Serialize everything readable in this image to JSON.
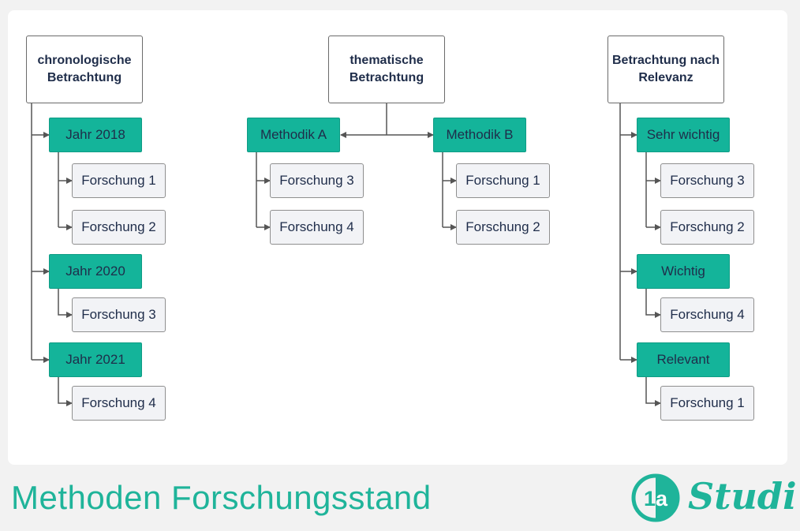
{
  "colors": {
    "accent": "#14b49a",
    "title": "#1fb49a",
    "text": "#1f2d4a"
  },
  "trees": {
    "chronological": {
      "root": "chronologische Betrachtung",
      "groups": [
        {
          "label": "Jahr 2018",
          "items": [
            "Forschung 1",
            "Forschung 2"
          ]
        },
        {
          "label": "Jahr 2020",
          "items": [
            "Forschung 3"
          ]
        },
        {
          "label": "Jahr 2021",
          "items": [
            "Forschung 4"
          ]
        }
      ]
    },
    "thematic": {
      "root": "thematische Betrachtung",
      "groups": [
        {
          "label": "Methodik A",
          "items": [
            "Forschung 3",
            "Forschung 4"
          ]
        },
        {
          "label": "Methodik B",
          "items": [
            "Forschung 1",
            "Forschung 2"
          ]
        }
      ]
    },
    "relevance": {
      "root": "Betrachtung nach Relevanz",
      "groups": [
        {
          "label": "Sehr wichtig",
          "items": [
            "Forschung 3",
            "Forschung 2"
          ]
        },
        {
          "label": "Wichtig",
          "items": [
            "Forschung 4"
          ]
        },
        {
          "label": "Relevant",
          "items": [
            "Forschung 1"
          ]
        }
      ]
    }
  },
  "footer": {
    "title": "Methoden Forschungsstand",
    "logo_number": "1a",
    "logo_text": "Studi"
  }
}
